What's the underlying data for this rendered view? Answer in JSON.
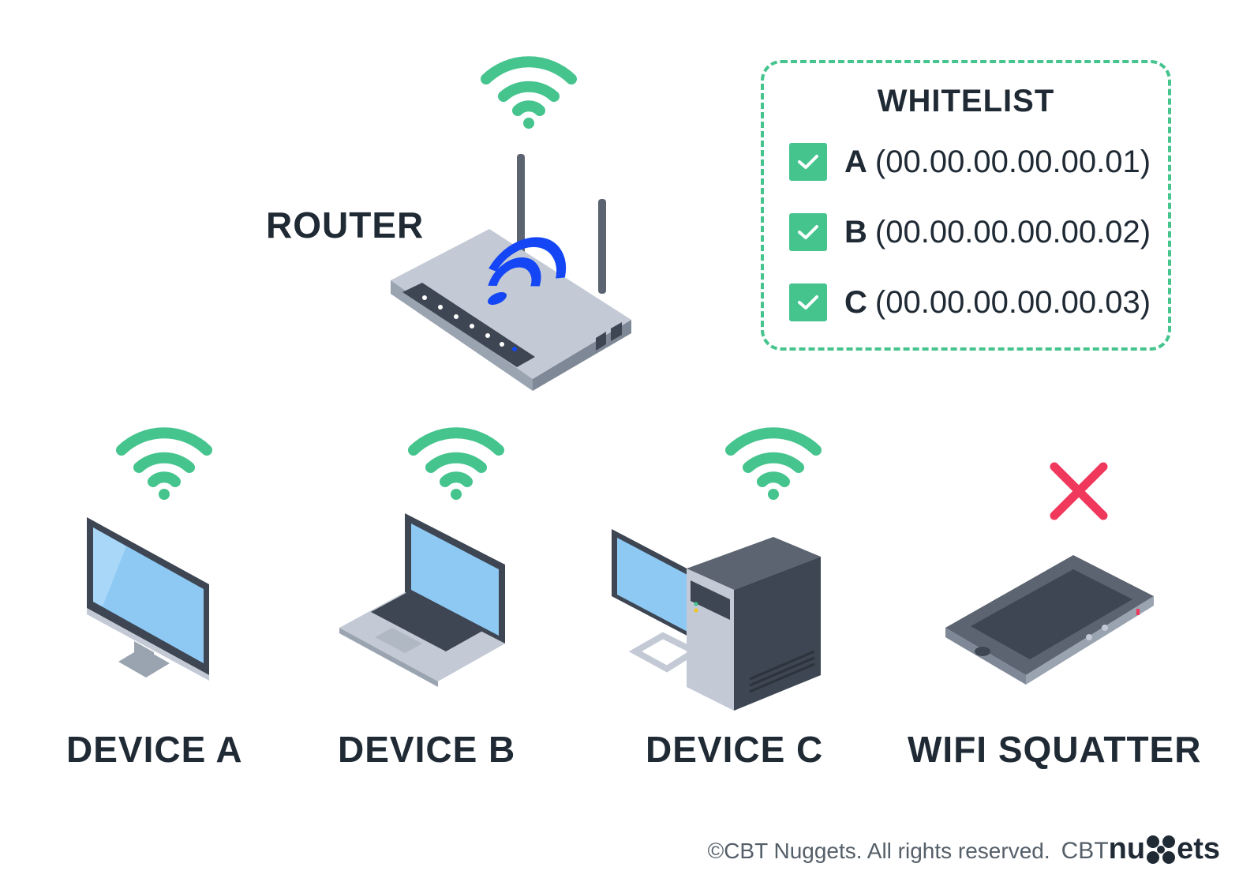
{
  "router": {
    "label": "ROUTER"
  },
  "whitelist": {
    "title": "WHITELIST",
    "entries": [
      {
        "letter": "A",
        "mac": "(00.00.00.00.00.01)",
        "allowed": true
      },
      {
        "letter": "B",
        "mac": "(00.00.00.00.00.02)",
        "allowed": true
      },
      {
        "letter": "C",
        "mac": "(00.00.00.00.00.03)",
        "allowed": true
      }
    ]
  },
  "devices": [
    {
      "label": "DEVICE A",
      "type": "monitor",
      "connected": true
    },
    {
      "label": "DEVICE B",
      "type": "laptop",
      "connected": true
    },
    {
      "label": "DEVICE C",
      "type": "desktop-tower",
      "connected": true
    },
    {
      "label": "WIFI SQUATTER",
      "type": "smartphone",
      "connected": false
    }
  ],
  "footer": {
    "copyright": "©CBT Nuggets. All rights reserved.",
    "logo_prefix": "CBT",
    "logo_main_start": "nu",
    "logo_main_end": "ets"
  },
  "colors": {
    "wifi_green": "#45c48e",
    "blocked_red": "#f0385c",
    "text_dark": "#1f2a35",
    "router_logo_blue": "#1446f5"
  }
}
